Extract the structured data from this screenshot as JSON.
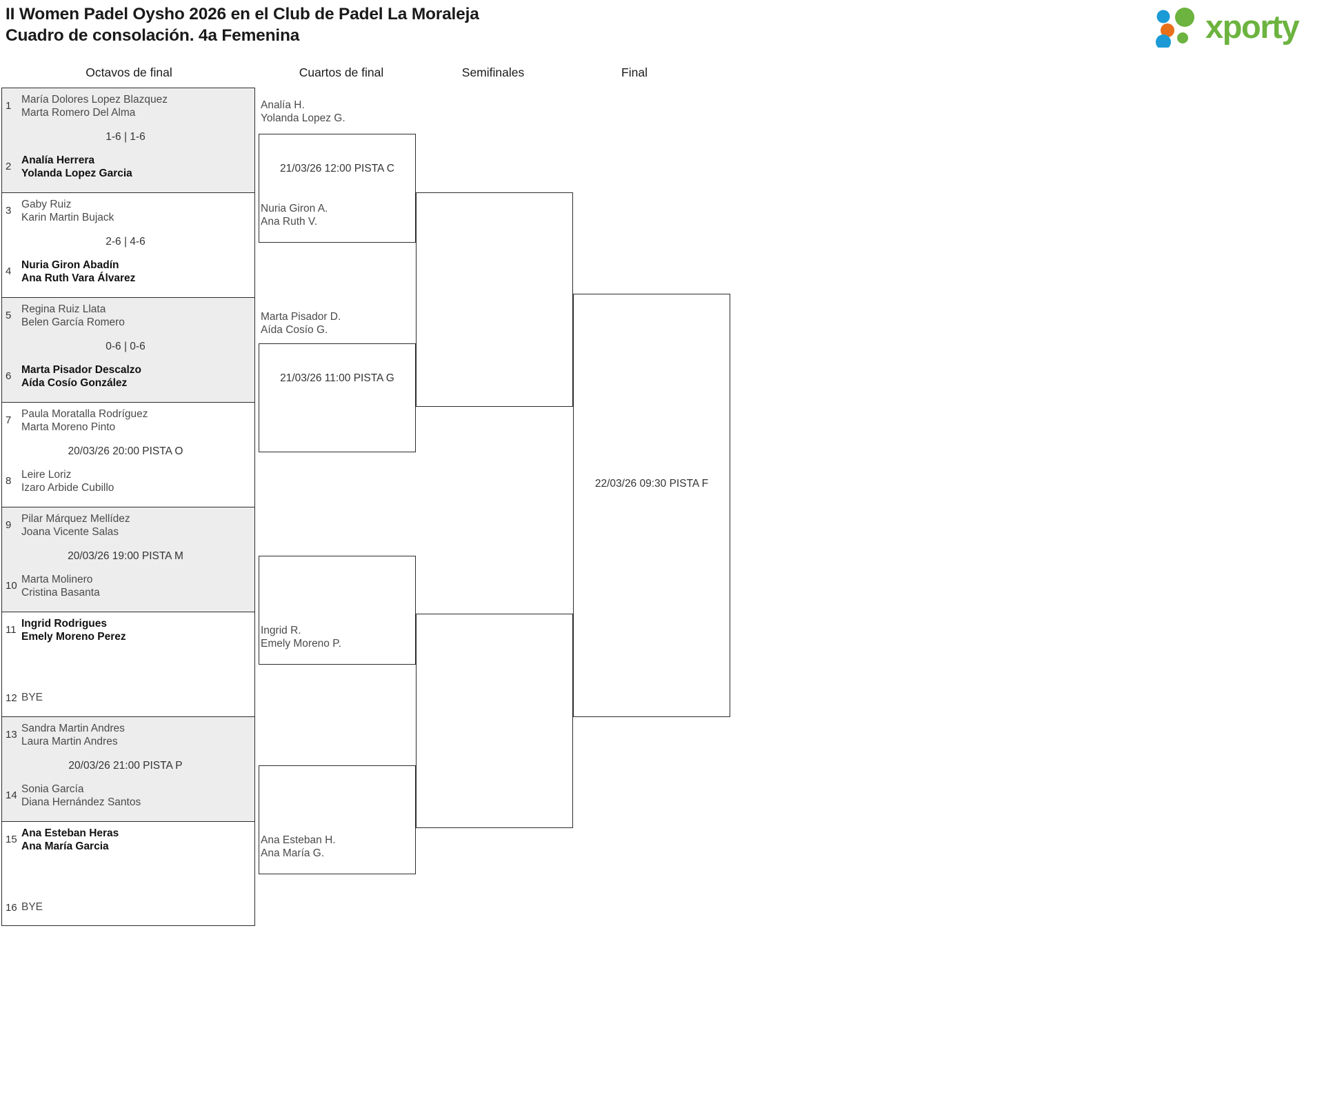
{
  "header": {
    "title_line1": "II Women Padel Oysho 2026 en el Club de Padel La Moraleja",
    "title_line2": "Cuadro de consolación. 4a Femenina",
    "logo_text": "xporty",
    "logo_colors": {
      "green": "#6cb33f",
      "blue": "#1b9ad6",
      "orange": "#e8701a"
    }
  },
  "rounds": [
    {
      "id": "r16",
      "label": "Octavos de final"
    },
    {
      "id": "qf",
      "label": "Cuartos de final"
    },
    {
      "id": "sf",
      "label": "Semifinales"
    },
    {
      "id": "final",
      "label": "Final"
    }
  ],
  "round1": [
    {
      "shaded": true,
      "result": "1-6 | 1-6",
      "top": {
        "seed": "1",
        "p1": "María Dolores Lopez Blazquez",
        "p2": "Marta Romero Del Alma",
        "winner": false
      },
      "bottom": {
        "seed": "2",
        "p1": "Analía Herrera",
        "p2": "Yolanda Lopez Garcia",
        "winner": true
      }
    },
    {
      "shaded": false,
      "result": "2-6 | 4-6",
      "top": {
        "seed": "3",
        "p1": "Gaby Ruiz",
        "p2": "Karin Martin Bujack",
        "winner": false
      },
      "bottom": {
        "seed": "4",
        "p1": "Nuria Giron Abadín",
        "p2": "Ana Ruth Vara Álvarez",
        "winner": true
      }
    },
    {
      "shaded": true,
      "result": "0-6 | 0-6",
      "top": {
        "seed": "5",
        "p1": "Regina Ruiz Llata",
        "p2": "Belen García Romero",
        "winner": false
      },
      "bottom": {
        "seed": "6",
        "p1": "Marta Pisador Descalzo",
        "p2": "Aída Cosío González",
        "winner": true
      }
    },
    {
      "shaded": false,
      "result": "20/03/26 20:00 PISTA O",
      "top": {
        "seed": "7",
        "p1": "Paula Moratalla Rodríguez",
        "p2": "Marta Moreno Pinto",
        "winner": false
      },
      "bottom": {
        "seed": "8",
        "p1": "Leire Loriz",
        "p2": "Izaro Arbide Cubillo",
        "winner": false
      }
    },
    {
      "shaded": true,
      "result": "20/03/26 19:00 PISTA M",
      "top": {
        "seed": "9",
        "p1": "Pilar Márquez Mellídez",
        "p2": "Joana Vicente Salas",
        "winner": false
      },
      "bottom": {
        "seed": "10",
        "p1": "Marta Molinero",
        "p2": "Cristina Basanta",
        "winner": false
      }
    },
    {
      "shaded": false,
      "result": "",
      "top": {
        "seed": "11",
        "p1": "Ingrid Rodrigues",
        "p2": "Emely Moreno Perez",
        "winner": true
      },
      "bottom": {
        "seed": "12",
        "p1": "BYE",
        "p2": "",
        "winner": false,
        "bye": true
      }
    },
    {
      "shaded": true,
      "result": "20/03/26 21:00 PISTA P",
      "top": {
        "seed": "13",
        "p1": "Sandra Martin Andres",
        "p2": "Laura Martin Andres",
        "winner": false
      },
      "bottom": {
        "seed": "14",
        "p1": "Sonia García",
        "p2": "Diana Hernández Santos",
        "winner": false
      }
    },
    {
      "shaded": false,
      "result": "",
      "top": {
        "seed": "15",
        "p1": "Ana Esteban Heras",
        "p2": "Ana María Garcia",
        "winner": true
      },
      "bottom": {
        "seed": "16",
        "p1": "BYE",
        "p2": "",
        "winner": false,
        "bye": true
      }
    }
  ],
  "quarterfinals": [
    {
      "result": "21/03/26 12:00 PISTA C",
      "top": {
        "p1": "Analía H.",
        "p2": "Yolanda Lopez G."
      },
      "bottom": {
        "p1": "Nuria Giron A.",
        "p2": "Ana Ruth V."
      }
    },
    {
      "result": "21/03/26 11:00 PISTA G",
      "top": {
        "p1": "Marta Pisador D.",
        "p2": "Aída Cosío G."
      },
      "bottom": {
        "p1": "",
        "p2": ""
      }
    },
    {
      "result": "",
      "top": {
        "p1": "",
        "p2": ""
      },
      "bottom": {
        "p1": "Ingrid R.",
        "p2": "Emely Moreno P."
      }
    },
    {
      "result": "",
      "top": {
        "p1": "",
        "p2": ""
      },
      "bottom": {
        "p1": "Ana Esteban H.",
        "p2": "Ana María G."
      }
    }
  ],
  "semifinals": [
    {
      "result": "",
      "top": {
        "p1": "",
        "p2": ""
      },
      "bottom": {
        "p1": "",
        "p2": ""
      }
    },
    {
      "result": "",
      "top": {
        "p1": "",
        "p2": ""
      },
      "bottom": {
        "p1": "",
        "p2": ""
      }
    }
  ],
  "final": {
    "result": "22/03/26 09:30 PISTA F",
    "top": {
      "p1": "",
      "p2": ""
    },
    "bottom": {
      "p1": "",
      "p2": ""
    }
  }
}
